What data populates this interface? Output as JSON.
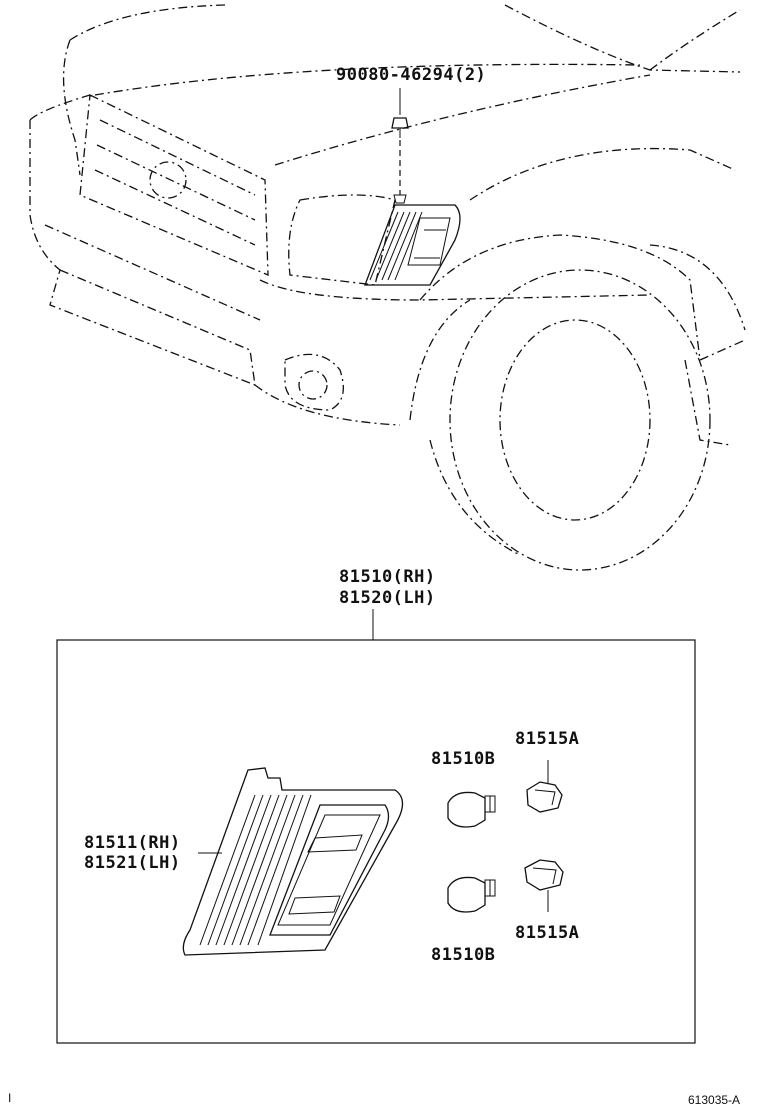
{
  "labels": {
    "bolt": "90080-46294(2)",
    "assembly_rh": "81510(RH)",
    "assembly_lh": "81520(LH)",
    "lens_rh": "81511(RH)",
    "lens_lh": "81521(LH)",
    "bulb_top": "81510B",
    "bulb_bottom": "81510B",
    "socket_top": "81515A",
    "socket_bottom": "81515A",
    "corner_mark": "I",
    "diagram_id": "613035-A"
  }
}
